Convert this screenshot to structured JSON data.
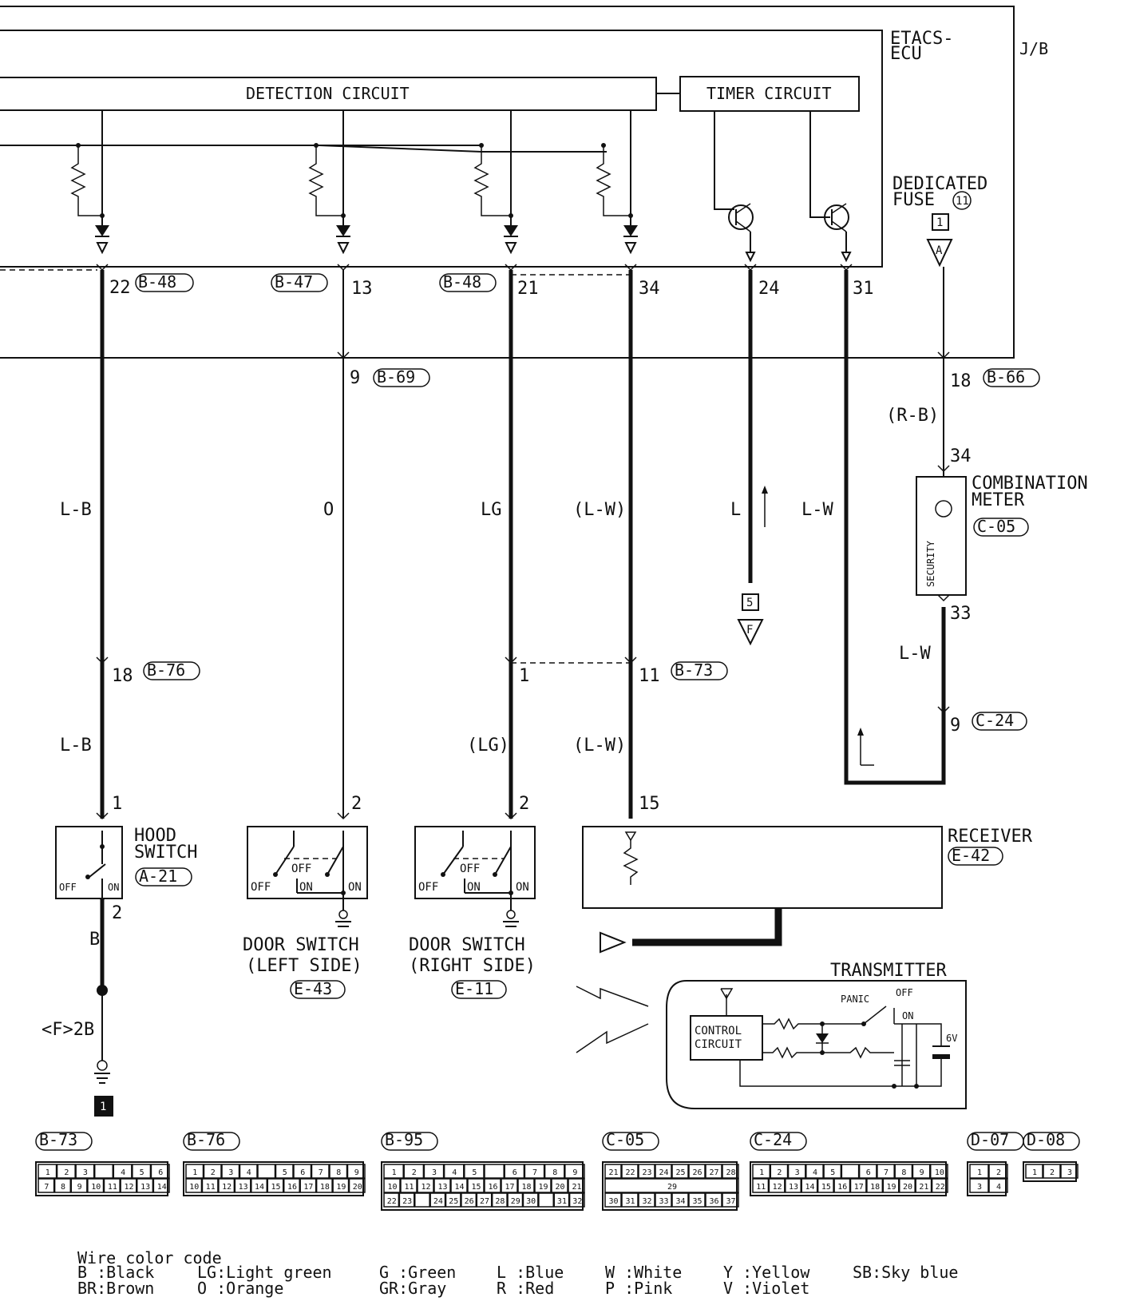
{
  "ecu": {
    "title_line1": "ETACS-",
    "title_line2": "ECU",
    "jb": "J/B",
    "detection": "DETECTION CIRCUIT",
    "timer": "TIMER CIRCUIT"
  },
  "fuse": {
    "line1": "DEDICATED",
    "line2": "FUSE",
    "num": "11",
    "box": "1",
    "tri": "A"
  },
  "terminals": {
    "t22": "22",
    "t13": "13",
    "t21": "21",
    "t34": "34",
    "t24": "24",
    "t31": "31",
    "t9a": "9",
    "t18a": "18",
    "t34b": "34",
    "t33": "33",
    "t9b": "9",
    "t18b": "18",
    "t1": "1",
    "t11": "11",
    "t1h": "1",
    "t2h": "2",
    "t2l": "2",
    "t2r": "2",
    "t15": "15"
  },
  "connectors": {
    "b48a": "B-48",
    "b47": "B-47",
    "b48b": "B-48",
    "b69": "B-69",
    "b66": "B-66",
    "c05": "C-05",
    "c24": "C-24",
    "b76": "B-76",
    "b73": "B-73",
    "a21": "A-21",
    "e43": "E-43",
    "e11": "E-11",
    "e42": "E-42"
  },
  "wires": {
    "lb1": "L-B",
    "o": "O",
    "lg": "LG",
    "lw1": "(L-W)",
    "l": "L",
    "lw2": "L-W",
    "rb": "(R-B)",
    "lw3": "L-W",
    "lb2": "L-B",
    "lg2": "(LG)",
    "lw4": "(L-W)",
    "b": "B",
    "f2b": "<F>2B"
  },
  "labels": {
    "meter1": "COMBINATION",
    "meter2": "METER",
    "security": "SECURITY",
    "hood1": "HOOD",
    "hood2": "SWITCH",
    "door_l1": "DOOR SWITCH",
    "door_l2": "(LEFT SIDE)",
    "door_r1": "DOOR SWITCH",
    "door_r2": "(RIGHT SIDE)",
    "receiver": "RECEIVER",
    "transmitter": "TRANSMITTER",
    "control1": "CONTROL",
    "control2": "CIRCUIT",
    "panic": "PANIC",
    "off": "OFF",
    "on": "ON",
    "v6": "6V",
    "box5": "5",
    "tri_f": "F",
    "ground1": "1"
  },
  "connector_faces": [
    {
      "id": "B-73",
      "row1": [
        "1",
        "2",
        "3",
        "",
        "4",
        "5",
        "6"
      ],
      "row2": [
        "7",
        "8",
        "9",
        "10",
        "11",
        "12",
        "13",
        "14"
      ]
    },
    {
      "id": "B-76",
      "row1": [
        "1",
        "2",
        "3",
        "4",
        "",
        "5",
        "6",
        "7",
        "8",
        "9"
      ],
      "row2": [
        "10",
        "11",
        "12",
        "13",
        "14",
        "15",
        "16",
        "17",
        "18",
        "19",
        "20"
      ]
    },
    {
      "id": "B-95",
      "row1": [
        "1",
        "2",
        "3",
        "4",
        "5",
        "",
        "6",
        "7",
        "8",
        "9"
      ],
      "row2": [
        "10",
        "11",
        "12",
        "13",
        "14",
        "15",
        "16",
        "17",
        "18",
        "19",
        "20",
        "21"
      ],
      "row3": [
        "22",
        "23",
        "",
        "24",
        "25",
        "26",
        "27",
        "28",
        "29",
        "30",
        "",
        "31",
        "32"
      ]
    },
    {
      "id": "C-05",
      "row1": [
        "21",
        "22",
        "23",
        "24",
        "25",
        "26",
        "27",
        "28"
      ],
      "row2": [
        "29"
      ],
      "row3": [
        "30",
        "31",
        "32",
        "33",
        "34",
        "35",
        "36",
        "37"
      ]
    },
    {
      "id": "C-24",
      "row1": [
        "1",
        "2",
        "3",
        "4",
        "5",
        "",
        "6",
        "7",
        "8",
        "9",
        "10"
      ],
      "row2": [
        "11",
        "12",
        "13",
        "14",
        "15",
        "16",
        "17",
        "18",
        "19",
        "20",
        "21",
        "22"
      ]
    },
    {
      "id": "D-07",
      "row1": [
        "1",
        "2"
      ],
      "row2": [
        "3",
        "4"
      ]
    },
    {
      "id": "D-08",
      "row1": [
        "1",
        "2",
        "3"
      ]
    }
  ],
  "legend": {
    "title": "Wire color code",
    "row1": [
      "B :Black",
      "LG:Light green",
      "G :Green",
      "L :Blue",
      "W :White",
      "Y :Yellow",
      "SB:Sky blue"
    ],
    "row2": [
      "BR:Brown",
      "O :Orange",
      "GR:Gray",
      "R :Red",
      "P :Pink",
      "V :Violet"
    ]
  }
}
